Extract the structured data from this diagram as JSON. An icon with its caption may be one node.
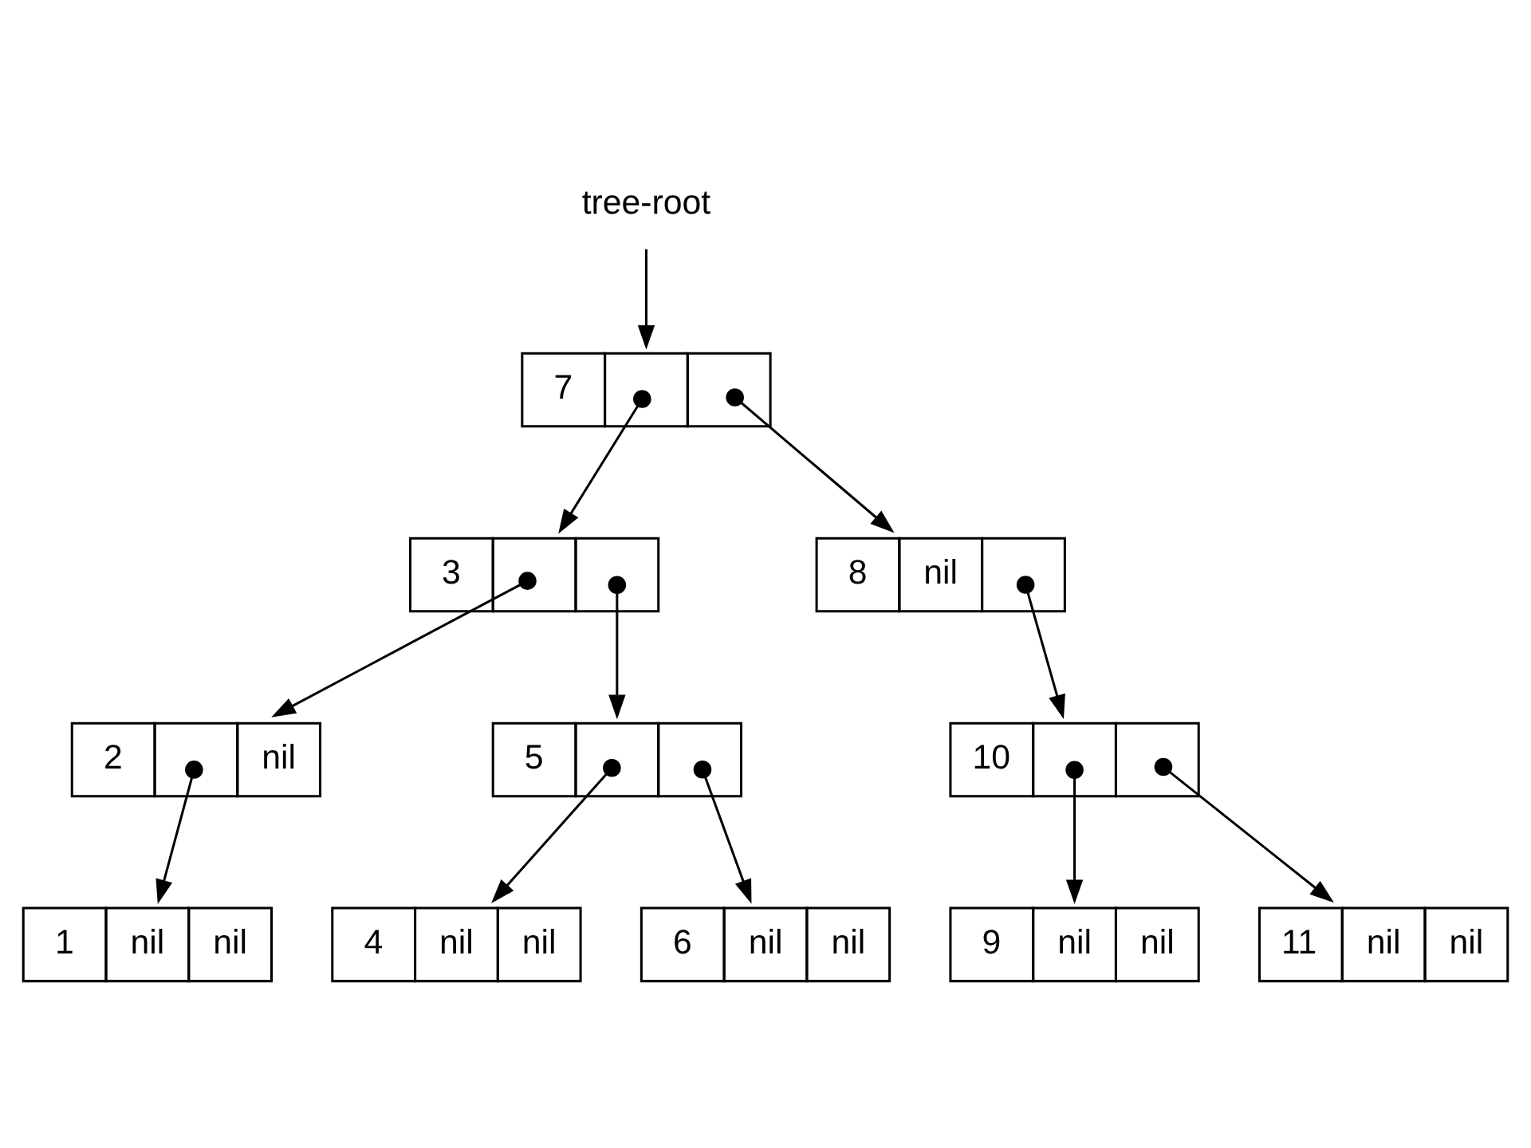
{
  "diagram": {
    "nodes": [
      {
        "text": [
          "tree-root"
        ]
      },
      {
        "text": [
          "7"
        ]
      },
      {
        "text": [
          "3"
        ]
      },
      {
        "text": [
          "8",
          "nil"
        ]
      },
      {
        "text": [
          "2",
          "nil"
        ]
      },
      {
        "text": [
          "5"
        ]
      },
      {
        "text": [
          "10"
        ]
      },
      {
        "text": [
          "1",
          "nil",
          "nil"
        ]
      },
      {
        "text": [
          "4",
          "nil",
          "nil"
        ]
      },
      {
        "text": [
          "6",
          "nil",
          "nil"
        ]
      },
      {
        "text": [
          "9",
          "nil",
          "nil"
        ]
      },
      {
        "text": [
          "11",
          "nil",
          "nil"
        ]
      }
    ],
    "edges": [
      {
        "from": 0,
        "to": 1,
        "arrow": "to"
      },
      {
        "from": 1,
        "to": 2,
        "arrow": "to"
      },
      {
        "from": 1,
        "to": 3,
        "arrow": "to"
      },
      {
        "from": 2,
        "to": 4,
        "arrow": "to"
      },
      {
        "from": 2,
        "to": 5,
        "arrow": "to"
      },
      {
        "from": 3,
        "to": 6,
        "arrow": "to"
      },
      {
        "from": 4,
        "to": 7,
        "arrow": "to"
      },
      {
        "from": 5,
        "to": 8,
        "arrow": "to"
      },
      {
        "from": 5,
        "to": 9,
        "arrow": "to"
      },
      {
        "from": 6,
        "to": 10,
        "arrow": "to"
      },
      {
        "from": 6,
        "to": 11,
        "arrow": "to"
      }
    ]
  }
}
